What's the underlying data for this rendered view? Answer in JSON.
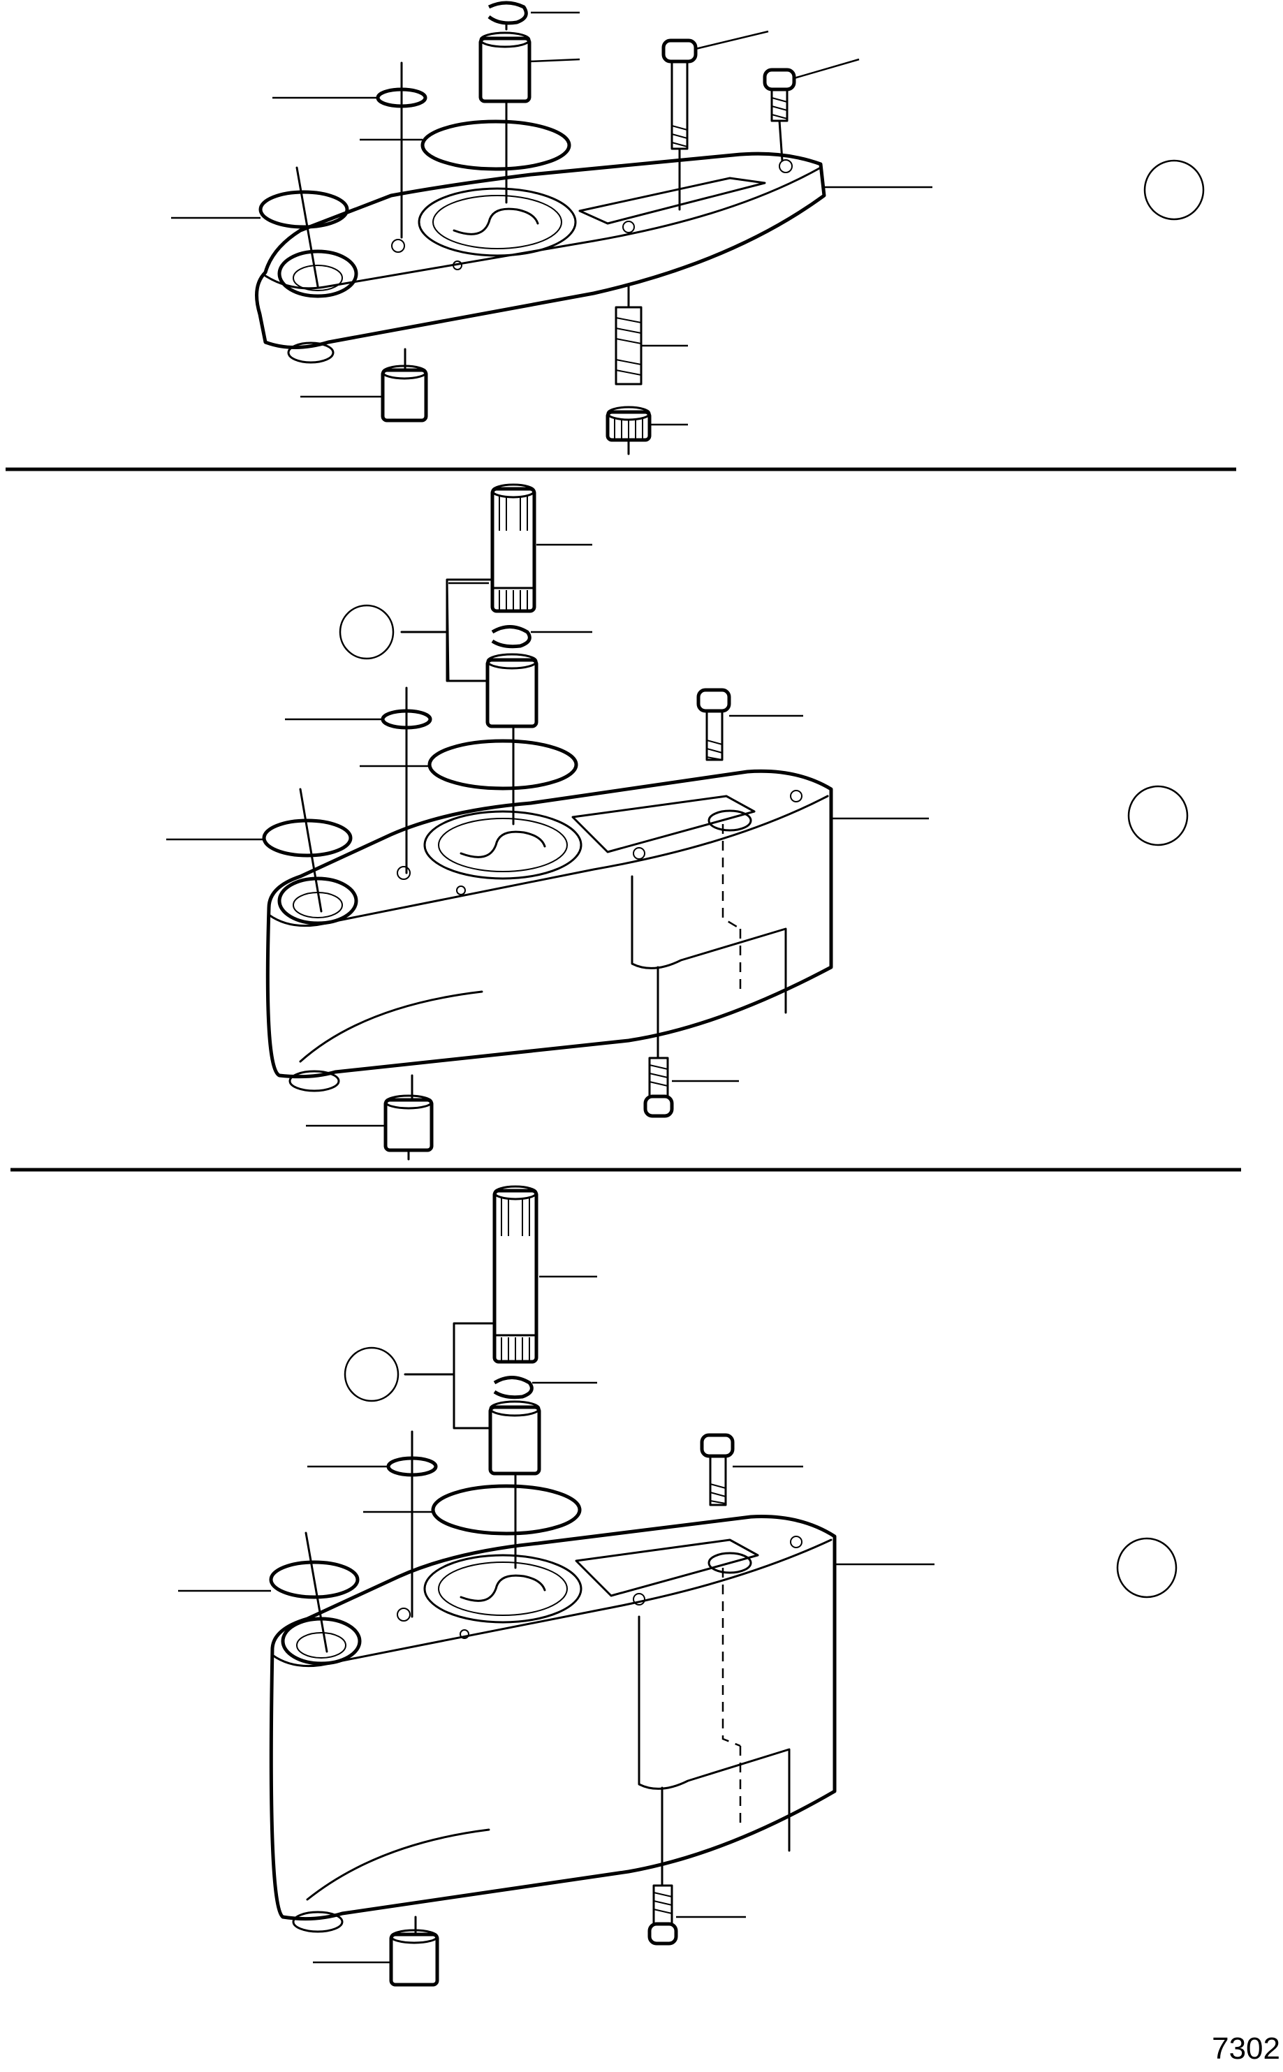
{
  "figure": {
    "number": "7302",
    "panels": [
      {
        "id": "top-panel"
      },
      {
        "id": "middle-panel"
      },
      {
        "id": "bottom-panel"
      }
    ]
  }
}
